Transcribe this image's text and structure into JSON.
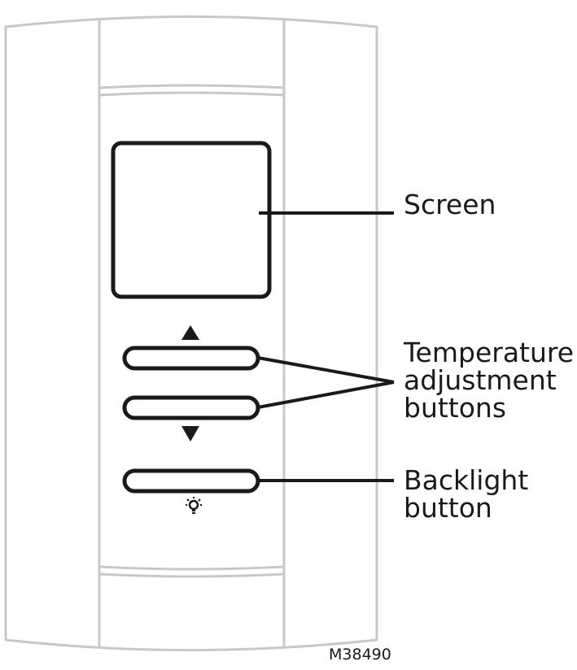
{
  "callouts": {
    "screen": "Screen",
    "temperature_buttons": [
      "Temperature",
      "adjustment",
      "buttons"
    ],
    "backlight_button": [
      "Backlight",
      "button"
    ]
  },
  "figure_code": "M38490",
  "icons": {
    "up": "up-arrow-icon",
    "down": "down-arrow-icon",
    "backlight": "lightbulb-icon"
  },
  "colors": {
    "outline": "#1a1a1a",
    "housing": "#c8c8c8"
  }
}
